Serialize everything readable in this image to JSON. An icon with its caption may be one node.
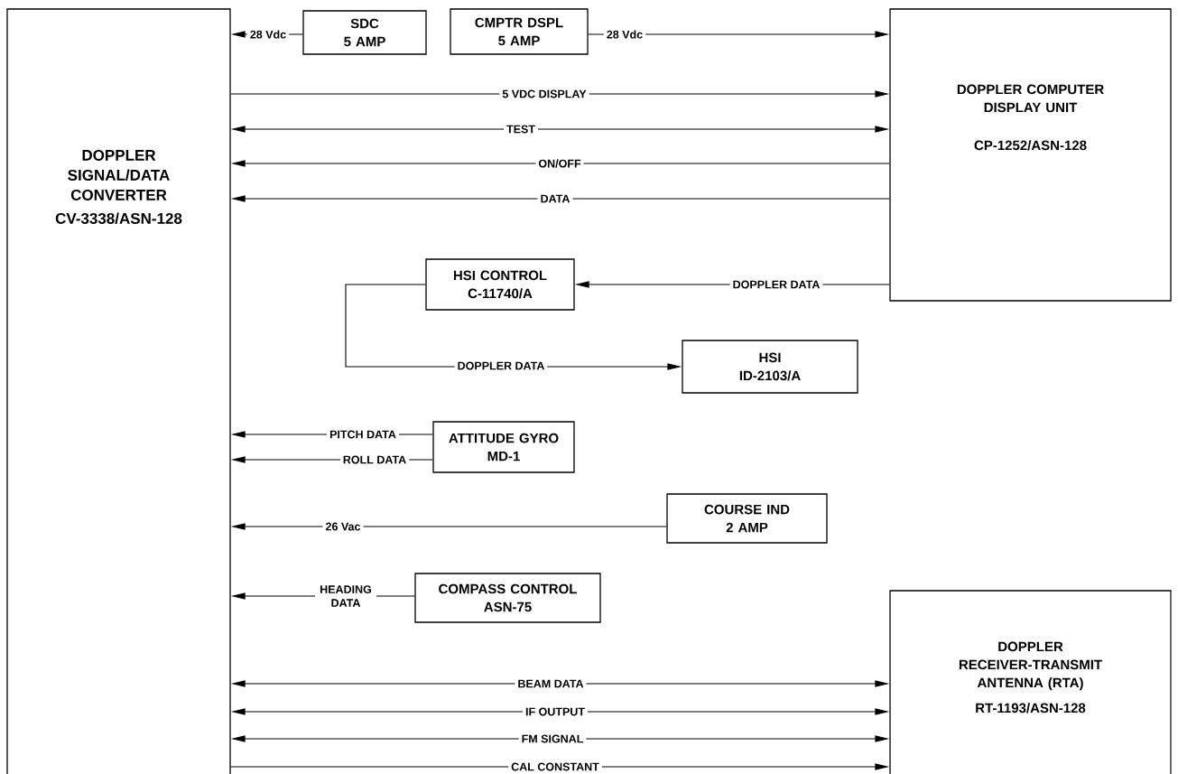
{
  "diagram": {
    "nodes": [
      {
        "text": [
          "DOPPLER SIGNAL/DATA CONVERTER",
          "CV-3338/ASN-128"
        ]
      },
      {
        "text": [
          "SDC",
          "5 AMP"
        ]
      },
      {
        "text": [
          "CMPTR DSPL",
          "5 AMP"
        ]
      },
      {
        "text": [
          "DOPPLER COMPUTER DISPLAY UNIT",
          "CP-1252/ASN-128"
        ]
      },
      {
        "text": [
          "HSI CONTROL",
          "C-11740/A"
        ]
      },
      {
        "text": [
          "HSI",
          "ID-2103/A"
        ]
      },
      {
        "text": [
          "ATTITUDE GYRO",
          "MD-1"
        ]
      },
      {
        "text": [
          "COURSE IND",
          "2 AMP"
        ]
      },
      {
        "text": [
          "COMPASS CONTROL",
          "ASN-75"
        ]
      },
      {
        "text": [
          "DOPPLER RECEIVER-TRANSMIT ANTENNA (RTA)",
          "RT-1193/ASN-128"
        ]
      }
    ],
    "edges": [
      {
        "from": 1,
        "to": 0,
        "arrow": "to",
        "label": "28 Vdc"
      },
      {
        "from": 2,
        "to": 3,
        "arrow": "to",
        "label": "28 Vdc"
      },
      {
        "from": 0,
        "to": 3,
        "arrow": "to",
        "label": "5 VDC DISPLAY"
      },
      {
        "from": 0,
        "to": 3,
        "arrow": "both",
        "label": "TEST"
      },
      {
        "from": 3,
        "to": 0,
        "arrow": "to",
        "label": "ON/OFF"
      },
      {
        "from": 3,
        "to": 0,
        "arrow": "to",
        "label": "DATA"
      },
      {
        "from": 3,
        "to": 4,
        "arrow": "to",
        "label": "DOPPLER DATA"
      },
      {
        "from": 4,
        "to": 5,
        "arrow": "to",
        "label": "DOPPLER DATA"
      },
      {
        "from": 6,
        "to": 0,
        "arrow": "to",
        "label": "PITCH DATA"
      },
      {
        "from": 6,
        "to": 0,
        "arrow": "to",
        "label": "ROLL DATA"
      },
      {
        "from": 7,
        "to": 0,
        "arrow": "to",
        "label": "26 Vac"
      },
      {
        "from": 8,
        "to": 0,
        "arrow": "to",
        "label": "HEADING DATA"
      },
      {
        "from": 0,
        "to": 9,
        "arrow": "both",
        "label": "BEAM DATA"
      },
      {
        "from": 0,
        "to": 9,
        "arrow": "both",
        "label": "IF OUTPUT"
      },
      {
        "from": 0,
        "to": 9,
        "arrow": "both",
        "label": "FM SIGNAL"
      },
      {
        "from": 0,
        "to": 9,
        "arrow": "to",
        "label": "CAL CONSTANT"
      }
    ]
  }
}
